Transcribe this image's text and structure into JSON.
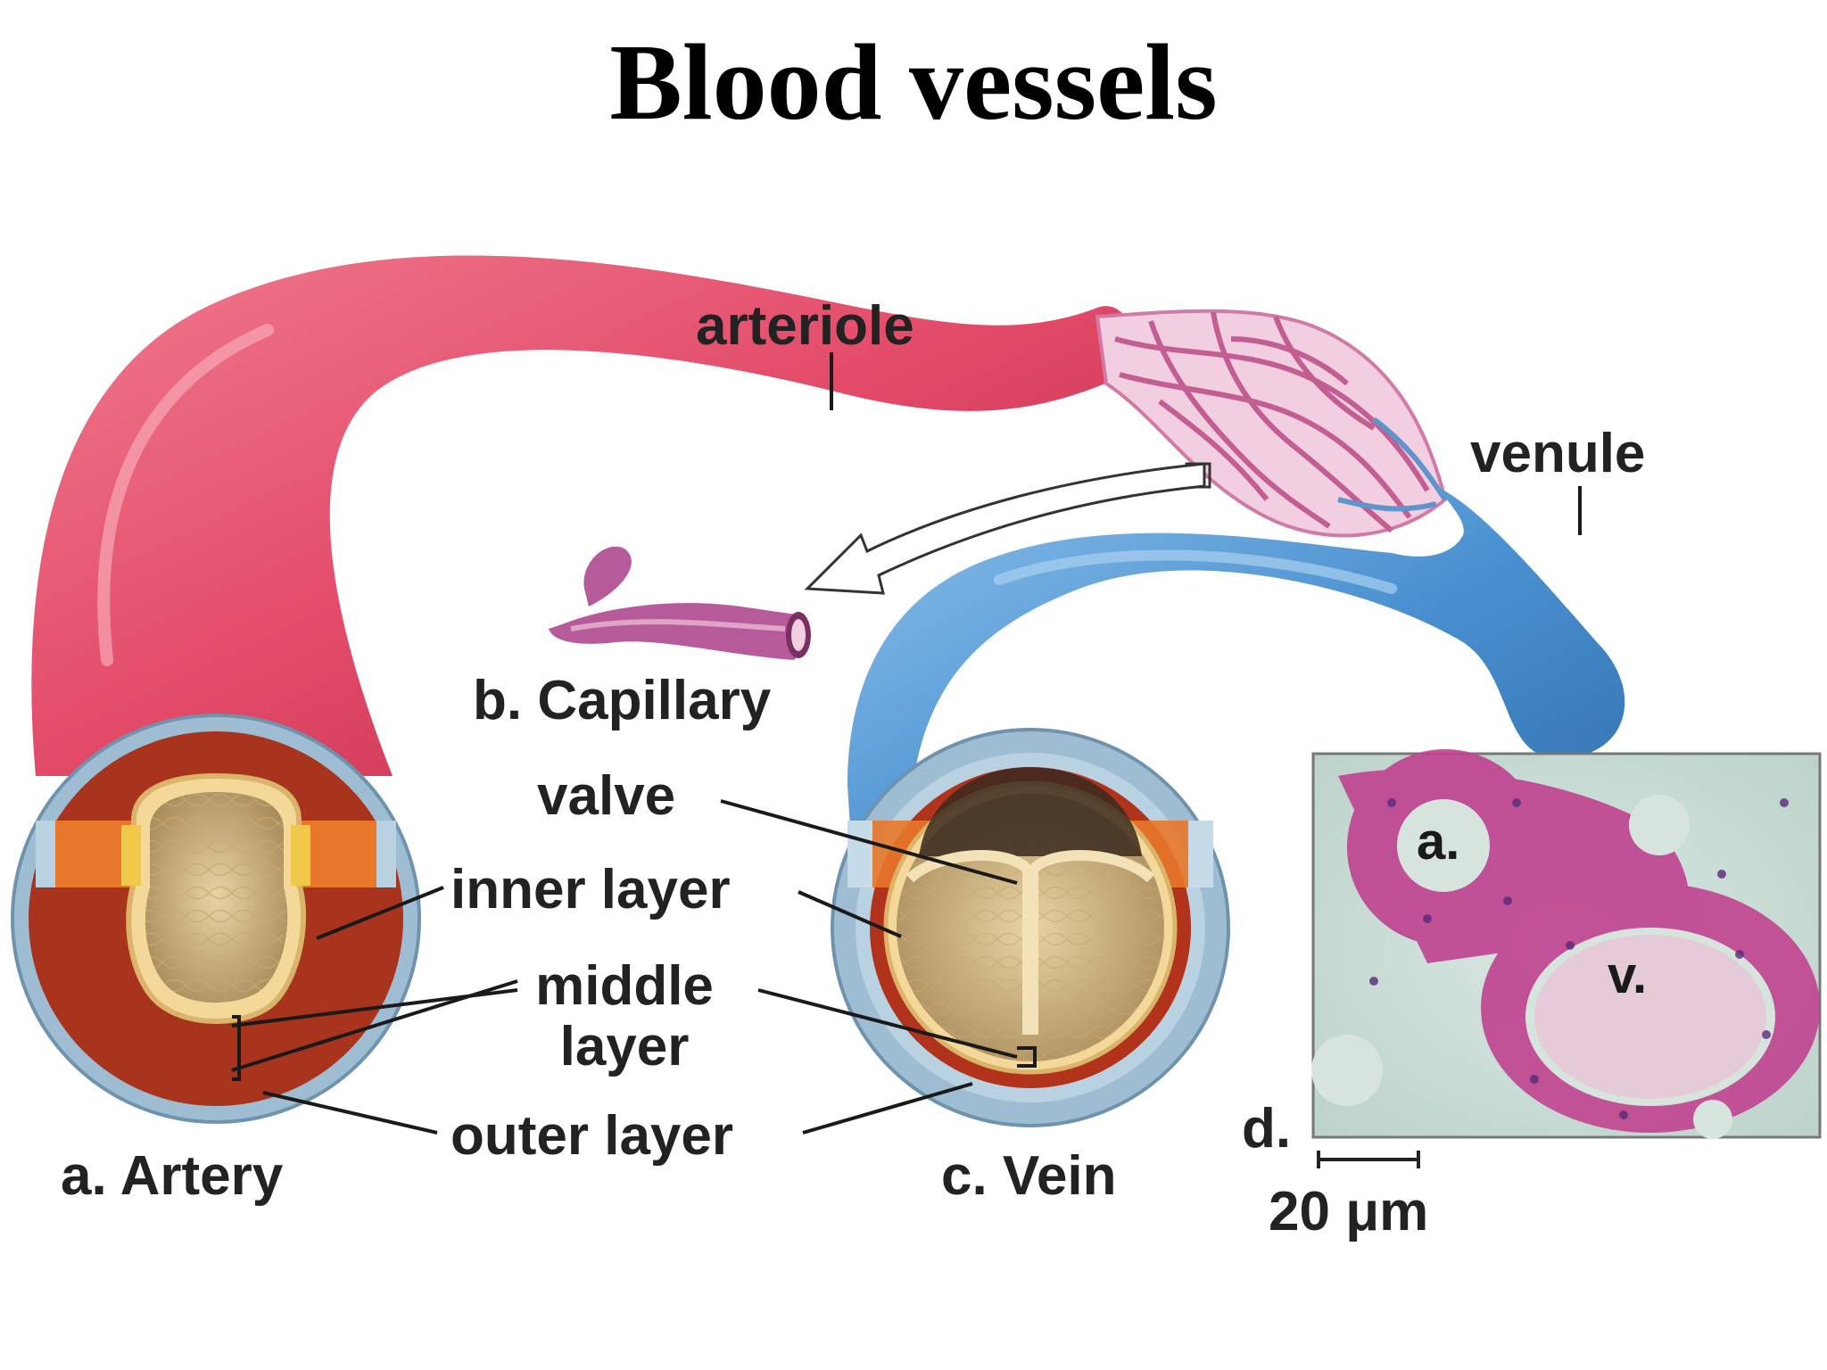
{
  "title": "Blood vessels",
  "labels": {
    "arteriole": "arteriole",
    "venule": "venule",
    "capillary": "b. Capillary",
    "valve": "valve",
    "inner_layer": "inner layer",
    "middle_layer_1": "middle",
    "middle_layer_2": "layer",
    "outer_layer": "outer layer",
    "artery": "a. Artery",
    "vein": "c. Vein",
    "micrograph": "d.",
    "scale_bar": "20 μm",
    "micro_artery": "a.",
    "micro_vein": "v."
  },
  "colors": {
    "artery": "#e24a68",
    "vein": "#4a90d0",
    "capillary": "#b65a9a",
    "lumen": "#c8ad7e",
    "muscle": "#a13018",
    "outer": "#8fb2cc",
    "stain": "#c0428f"
  }
}
